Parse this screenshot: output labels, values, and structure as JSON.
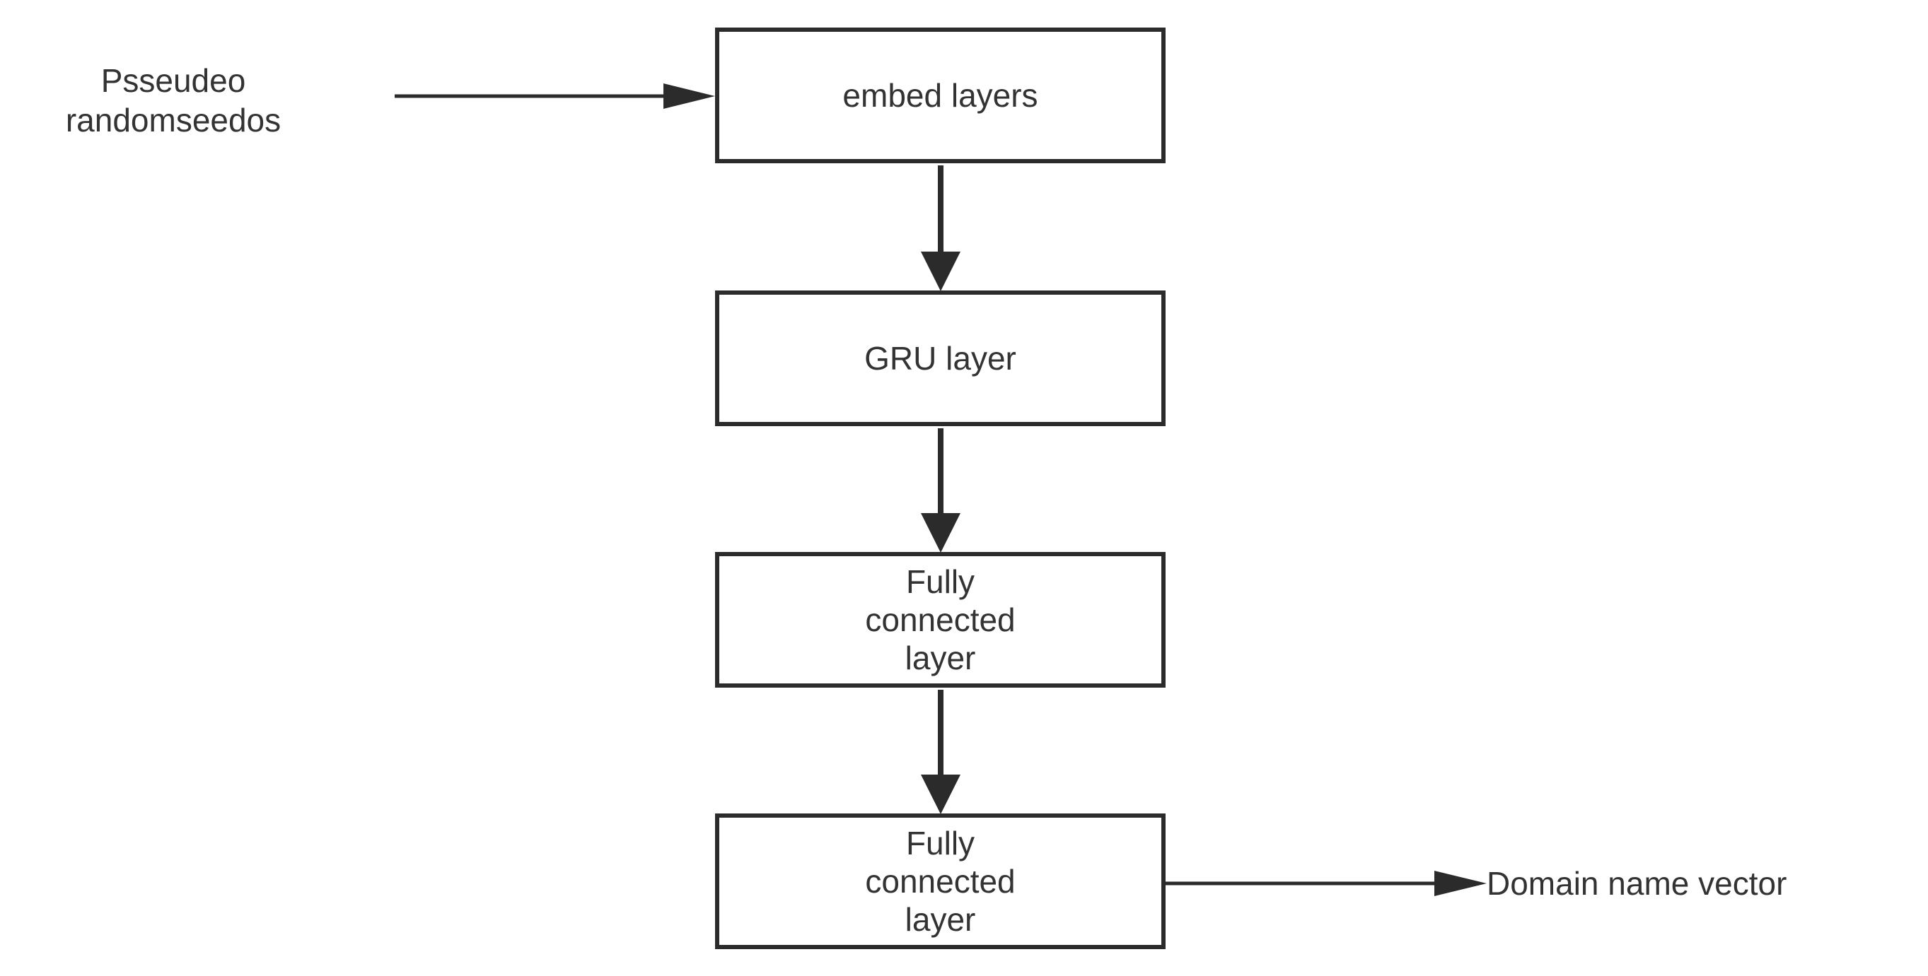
{
  "input": {
    "label": "Psseudeo\nrandomseedos"
  },
  "nodes": [
    {
      "label": "embed layers"
    },
    {
      "label": "GRU layer"
    },
    {
      "label": "Fully\nconnected\nlayer"
    },
    {
      "label": "Fully\nconnected\nlayer"
    }
  ],
  "output": {
    "label": "Domain name vector"
  },
  "colors": {
    "stroke": "#2b2b2b",
    "text": "#333333",
    "background": "#ffffff"
  }
}
